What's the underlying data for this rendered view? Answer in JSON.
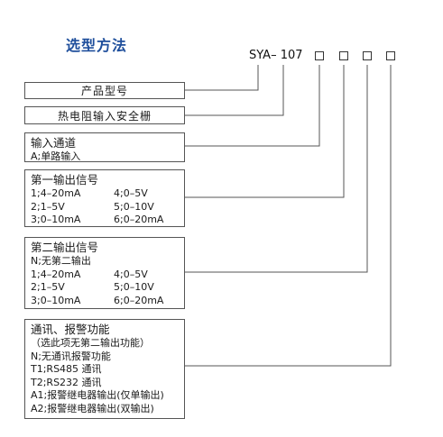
{
  "title": "选型方法",
  "model_prefix": "SYA– 107",
  "slot_count": 4,
  "boxes": {
    "product_model": "产品型号",
    "safety_barrier": "热电阻输入安全栅",
    "input_channel": {
      "title": "输入通道",
      "items": [
        "A;单路输入"
      ]
    },
    "output1": {
      "title": "第一输出信号",
      "rows": [
        [
          "1;4–20mA",
          "4;0–5V"
        ],
        [
          "2;1–5V",
          "5;0–10V"
        ],
        [
          "3;0–10mA",
          "6;0–20mA"
        ]
      ]
    },
    "output2": {
      "title": "第二输出信号",
      "none": "N;无第二输出",
      "rows": [
        [
          "1;4–20mA",
          "4;0–5V"
        ],
        [
          "2;1–5V",
          "5;0–10V"
        ],
        [
          "3;0–10mA",
          "6;0–20mA"
        ]
      ]
    },
    "comm_alarm": {
      "title": "通讯、报警功能",
      "items": [
        "（选此项无第二输出功能）",
        "N;无通讯报警功能",
        "T1;RS485 通讯",
        "T2;RS232 通讯",
        "A1;报警继电器输出(仅单输出)",
        "A2;报警继电器输出(双输出)"
      ]
    }
  }
}
